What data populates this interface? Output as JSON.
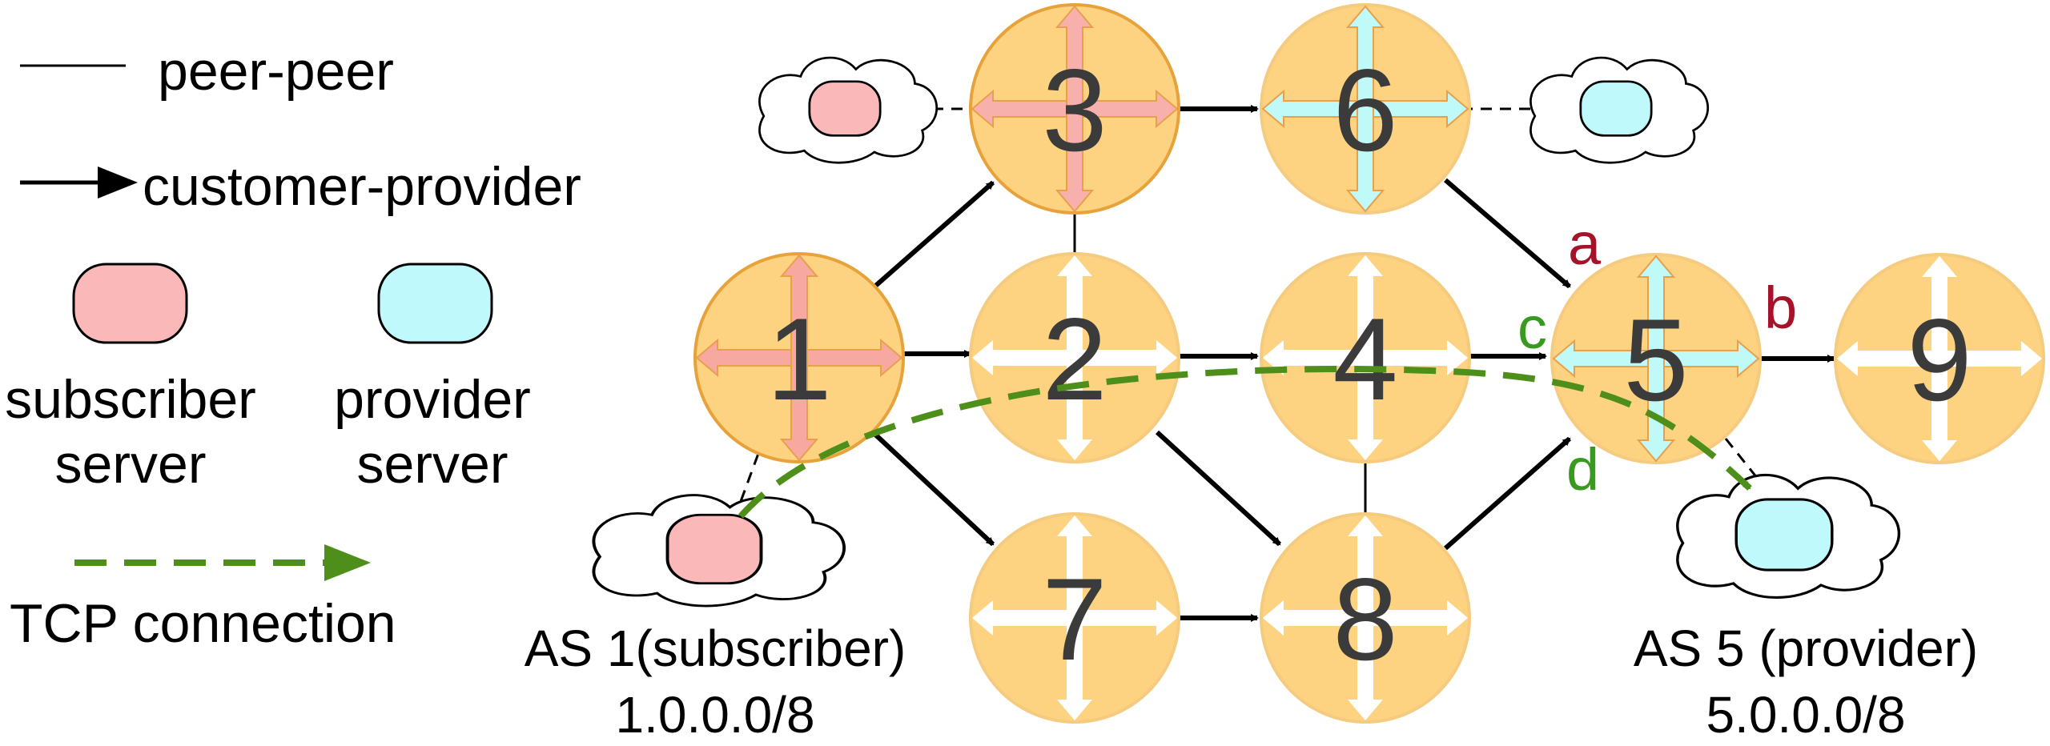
{
  "legend": {
    "peer_peer": "peer-peer",
    "customer_provider": "customer-provider",
    "subscriber_server": [
      "subscriber",
      "server"
    ],
    "provider_server": [
      "provider",
      "server"
    ],
    "tcp_connection": "TCP connection"
  },
  "nodes": [
    {
      "id": "1",
      "label": "1",
      "arrow_color": "#f7a8a0",
      "border": "#e8a23a"
    },
    {
      "id": "2",
      "label": "2",
      "arrow_color": "#ffffff",
      "border": "#f4cb7f"
    },
    {
      "id": "3",
      "label": "3",
      "arrow_color": "#f7b0ab",
      "border": "#e8a23a"
    },
    {
      "id": "4",
      "label": "4",
      "arrow_color": "#ffffff",
      "border": "#f4cb7f"
    },
    {
      "id": "5",
      "label": "5",
      "arrow_color": "#bff9f8",
      "border": "#f4cb7f"
    },
    {
      "id": "6",
      "label": "6",
      "arrow_color": "#bff9f8",
      "border": "#f4cb7f"
    },
    {
      "id": "7",
      "label": "7",
      "arrow_color": "#ffffff",
      "border": "#f4cb7f"
    },
    {
      "id": "8",
      "label": "8",
      "arrow_color": "#ffffff",
      "border": "#f4cb7f"
    },
    {
      "id": "9",
      "label": "9",
      "arrow_color": "#ffffff",
      "border": "#f4cb7f"
    }
  ],
  "link_labels": {
    "a": {
      "text": "a",
      "color": "#a5122a"
    },
    "b": {
      "text": "b",
      "color": "#a5122a"
    },
    "c": {
      "text": "c",
      "color": "#3a9a1f"
    },
    "d": {
      "text": "d",
      "color": "#3a9a1f"
    }
  },
  "as1": {
    "name": "AS 1(subscriber)",
    "prefix": "1.0.0.0/8"
  },
  "as5": {
    "name": "AS 5 (provider)",
    "prefix": "5.0.0.0/8"
  },
  "colors": {
    "node_fill": "#fdd382",
    "subscriber_server": "#fbb8b9",
    "provider_server": "#bff9fb",
    "tcp": "#4e8f1b"
  }
}
